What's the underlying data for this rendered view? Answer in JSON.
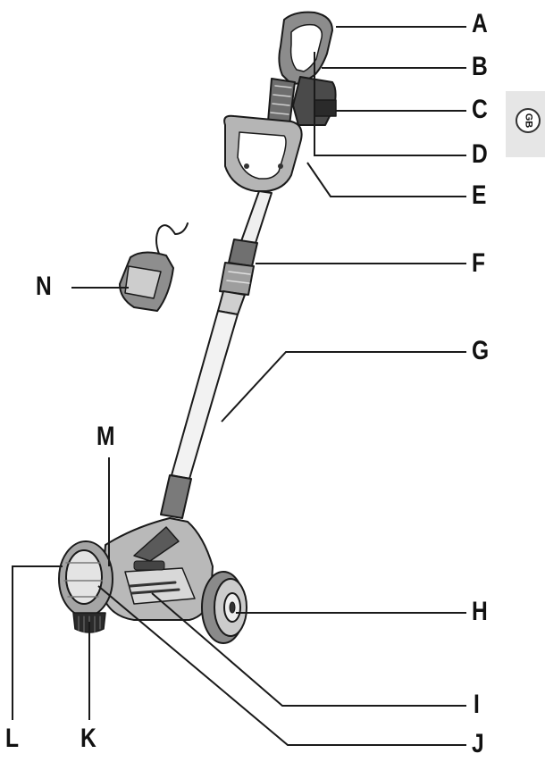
{
  "language_tab": {
    "code": "GB"
  },
  "callouts": [
    {
      "id": "A",
      "label": "A"
    },
    {
      "id": "B",
      "label": "B"
    },
    {
      "id": "C",
      "label": "C"
    },
    {
      "id": "D",
      "label": "D"
    },
    {
      "id": "E",
      "label": "E"
    },
    {
      "id": "F",
      "label": "F"
    },
    {
      "id": "G",
      "label": "G"
    },
    {
      "id": "H",
      "label": "H"
    },
    {
      "id": "I",
      "label": "I"
    },
    {
      "id": "J",
      "label": "J"
    },
    {
      "id": "K",
      "label": "K"
    },
    {
      "id": "L",
      "label": "L"
    },
    {
      "id": "M",
      "label": "M"
    },
    {
      "id": "N",
      "label": "N"
    }
  ],
  "colors": {
    "ink": "#111111",
    "tool_gray": "#9a9a9a",
    "tool_dark": "#3a3a3a",
    "tab_bg": "#e6e6e6"
  }
}
